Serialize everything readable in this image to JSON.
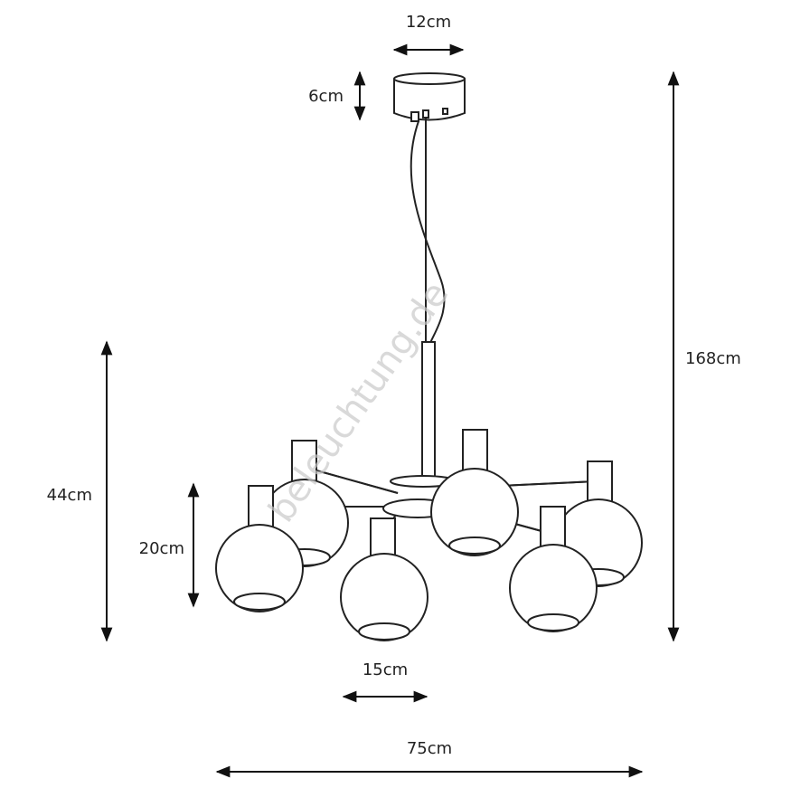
{
  "dimensions": {
    "canopy_width": "12cm",
    "canopy_height": "6cm",
    "total_height": "168cm",
    "body_height": "44cm",
    "shade_height": "20cm",
    "shade_diameter": "15cm",
    "total_width": "75cm"
  },
  "watermark": "beleuchtung.de",
  "colors": {
    "line": "#222222",
    "background": "#ffffff",
    "watermark": "#c9c9c9"
  }
}
